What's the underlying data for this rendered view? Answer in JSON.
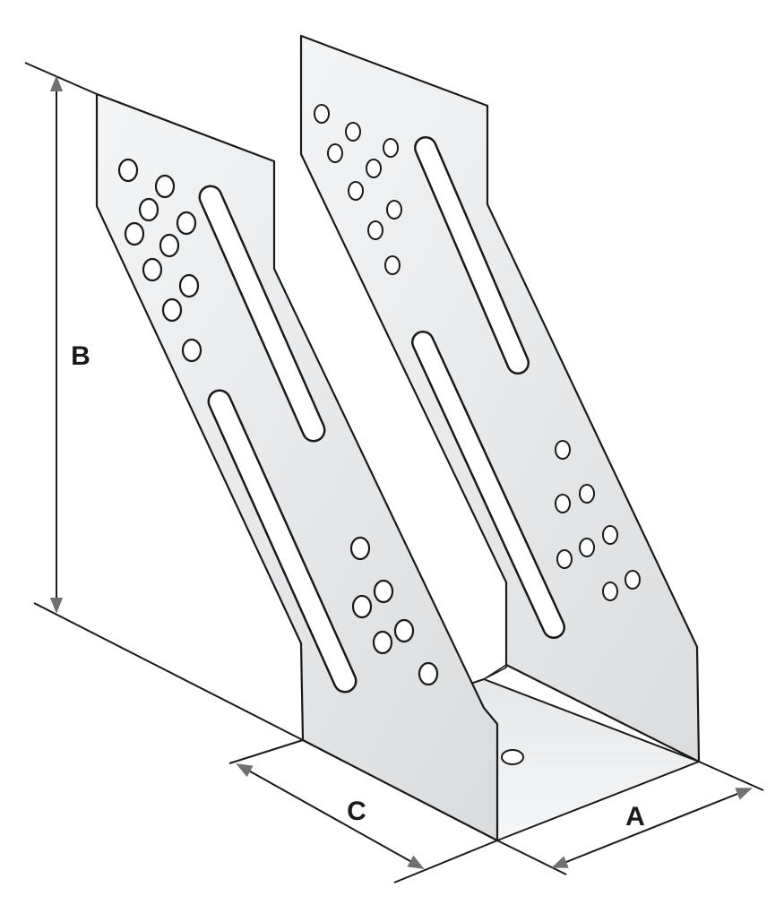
{
  "diagram": {
    "labels": {
      "height": "B",
      "width": "A",
      "depth": "C"
    }
  },
  "colors": {
    "outline": "#1a1a1a",
    "metal_light": "#f1f2f3",
    "metal_mid": "#dedfe1",
    "metal_dark": "#c9cbcd",
    "hole_fill": "#ffffff",
    "background": "#ffffff"
  }
}
